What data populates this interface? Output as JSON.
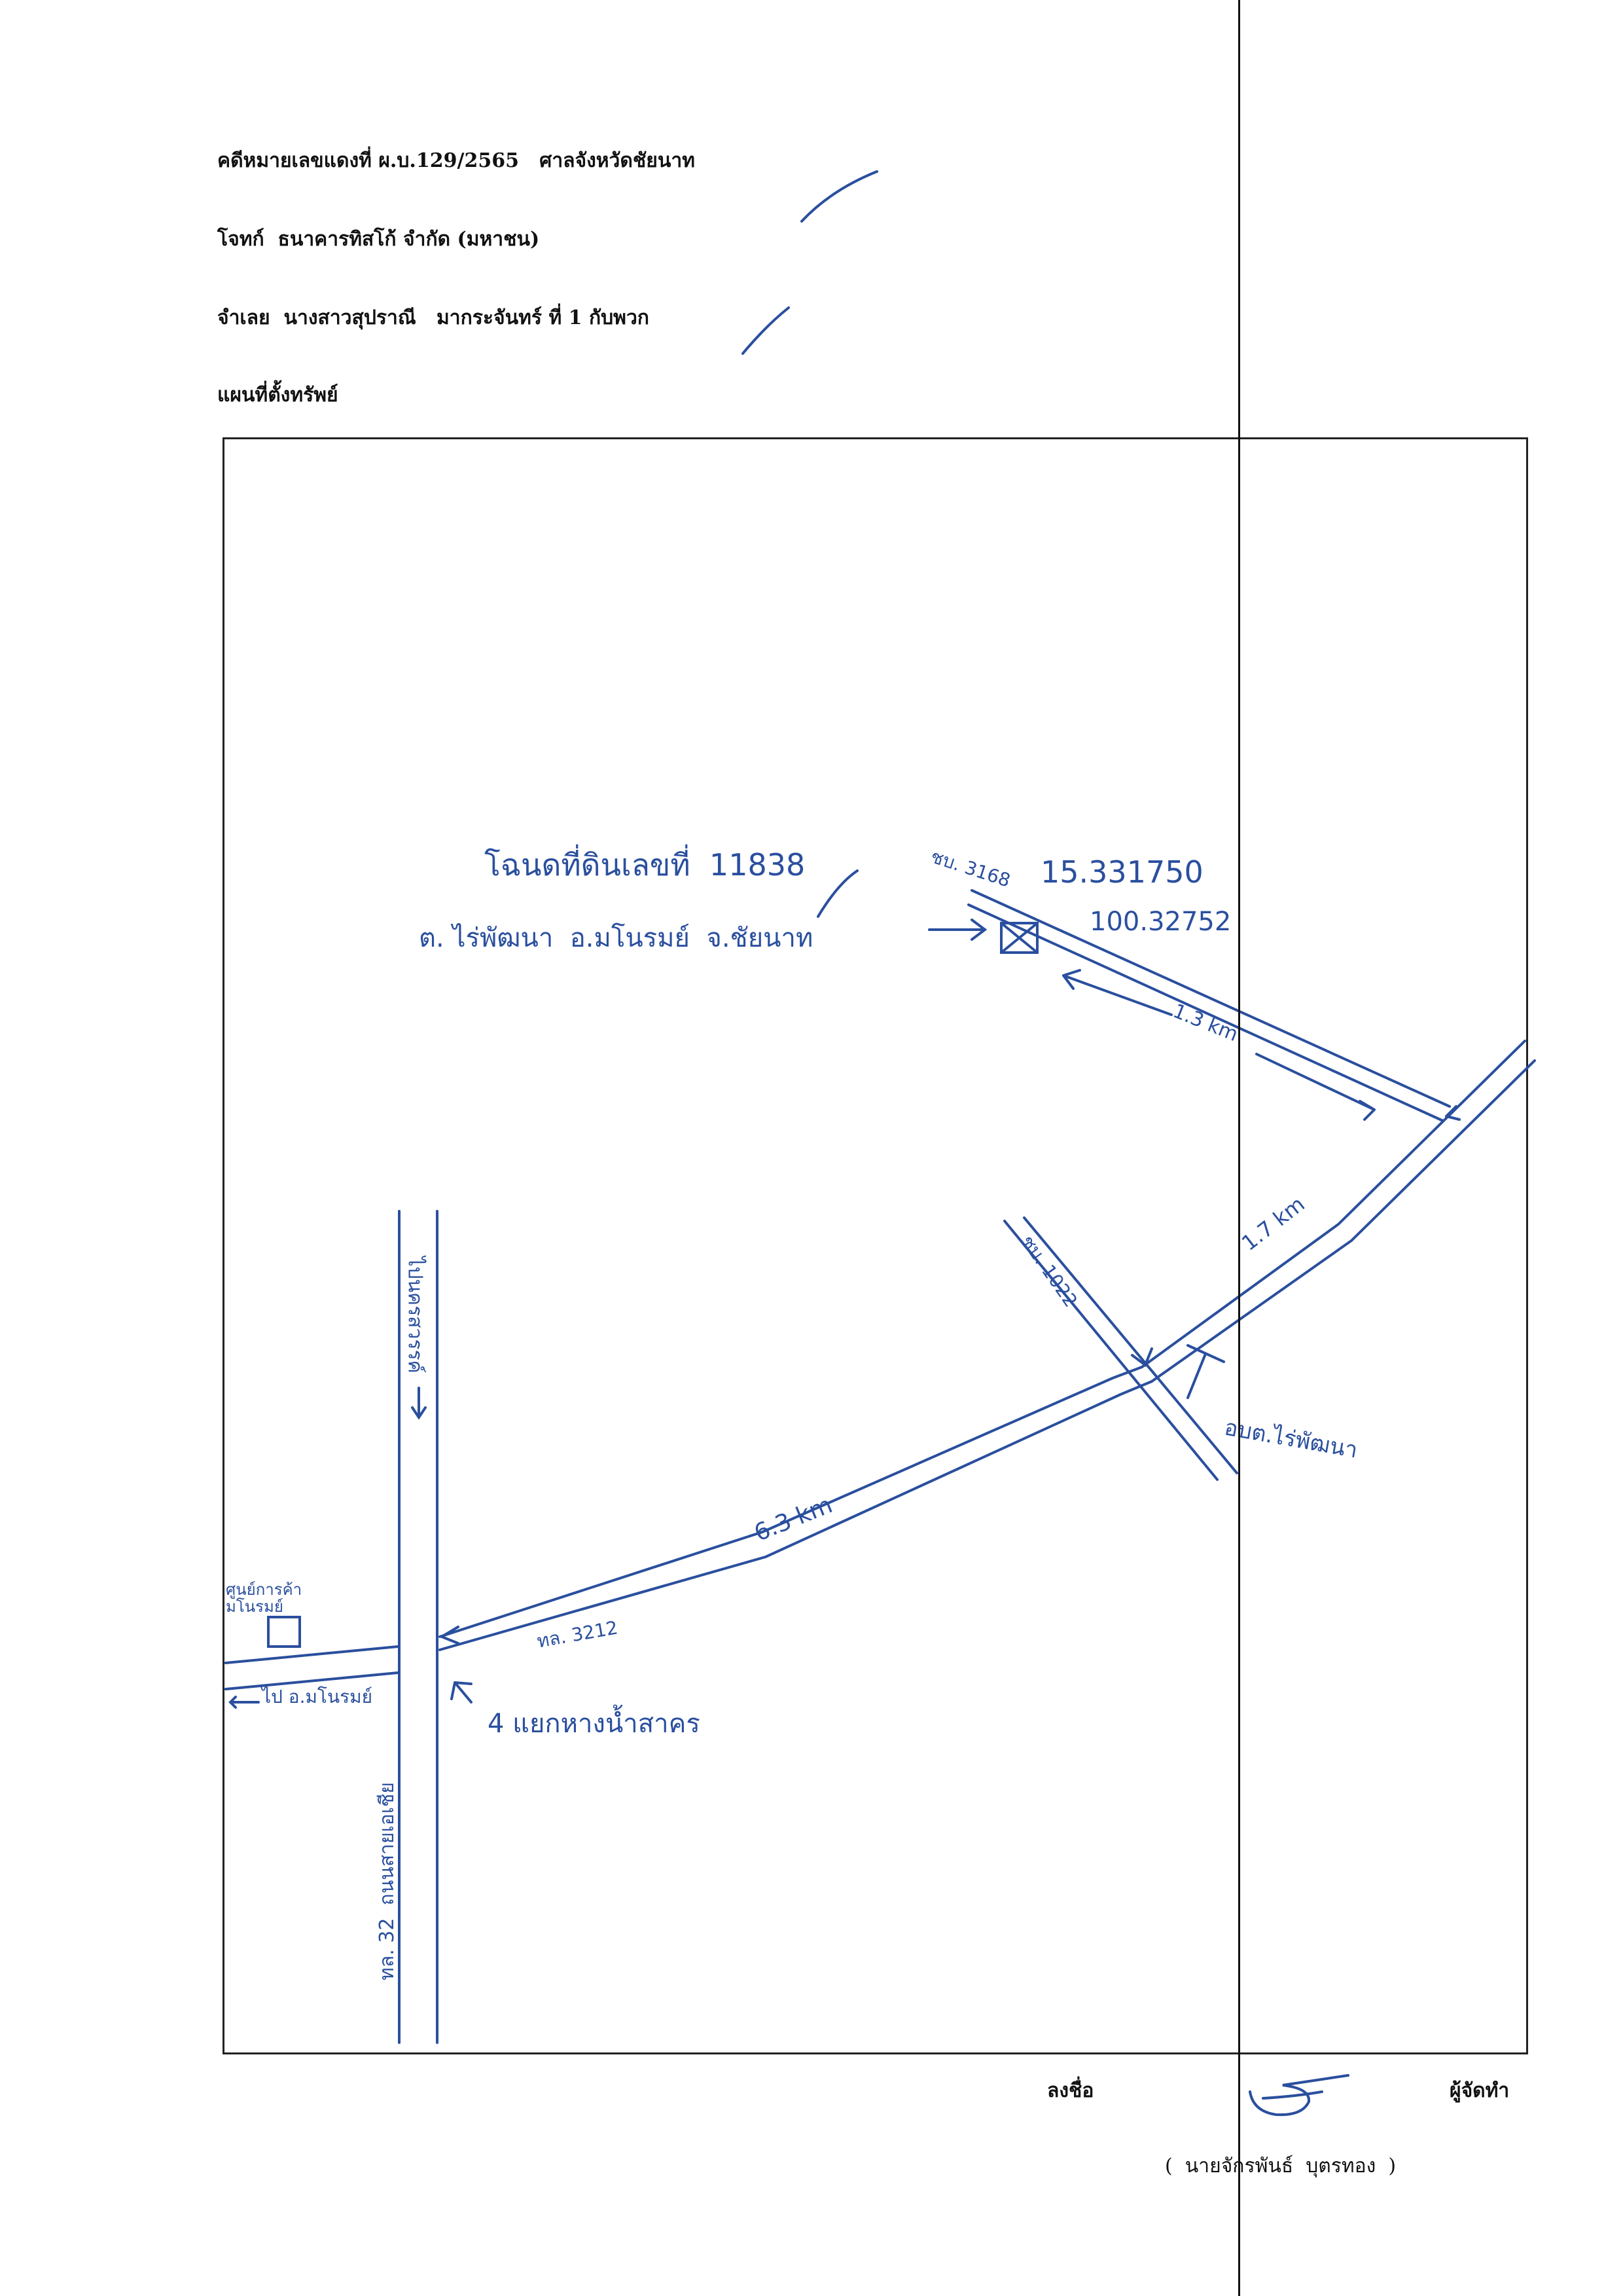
{
  "header": {
    "case_line": "คดีหมายเลขแดงที่ ผ.บ.129/2565   ศาลจังหวัดชัยนาท",
    "plaintiff_line": "โจทก์  ธนาคารทิสโก้ จำกัด (มหาชน)",
    "defendant_line": "จำเลย  นางสาวสุปราณี   มากระจันทร์ ที่ 1 กับพวก",
    "title_line": "แผนที่ตั้งทรัพย์"
  },
  "map": {
    "deed_number": "โฉนดที่ดินเลขที่  11838",
    "deed_location": "ต. ไร่พัฒนา  อ.มโนรมย์  จ.ชัยนาท",
    "latitude": "15.331750",
    "longitude": "100.32752",
    "road_168": "ชบ. 3168",
    "road_1022": "ชบ. 1022",
    "road_3212": "ทล. 3212",
    "road_32": "ทล. 32  ถนนสายเอเชีย",
    "to_nakhon_sawan": "ไปนครสวรรค์",
    "to_manorom": "ไป อ.มโนรมย์",
    "market_label": "ศูนย์การค้า มโนรมย์",
    "intersection_label": "4 แยกหางน้ำสาคร",
    "obt_label": "อบต.ไร่พัฒนา",
    "distance_1": "1.3 km",
    "distance_2": "1.7 km",
    "distance_3": "6.3 km"
  },
  "signature": {
    "sign_label": "ลงชื่อ",
    "role_label": "ผู้จัดทำ",
    "name_line": "(  นายจักรพันธ์  บุตรทอง  )"
  },
  "colors": {
    "ink": "#2a4f9e",
    "print": "#111111"
  }
}
